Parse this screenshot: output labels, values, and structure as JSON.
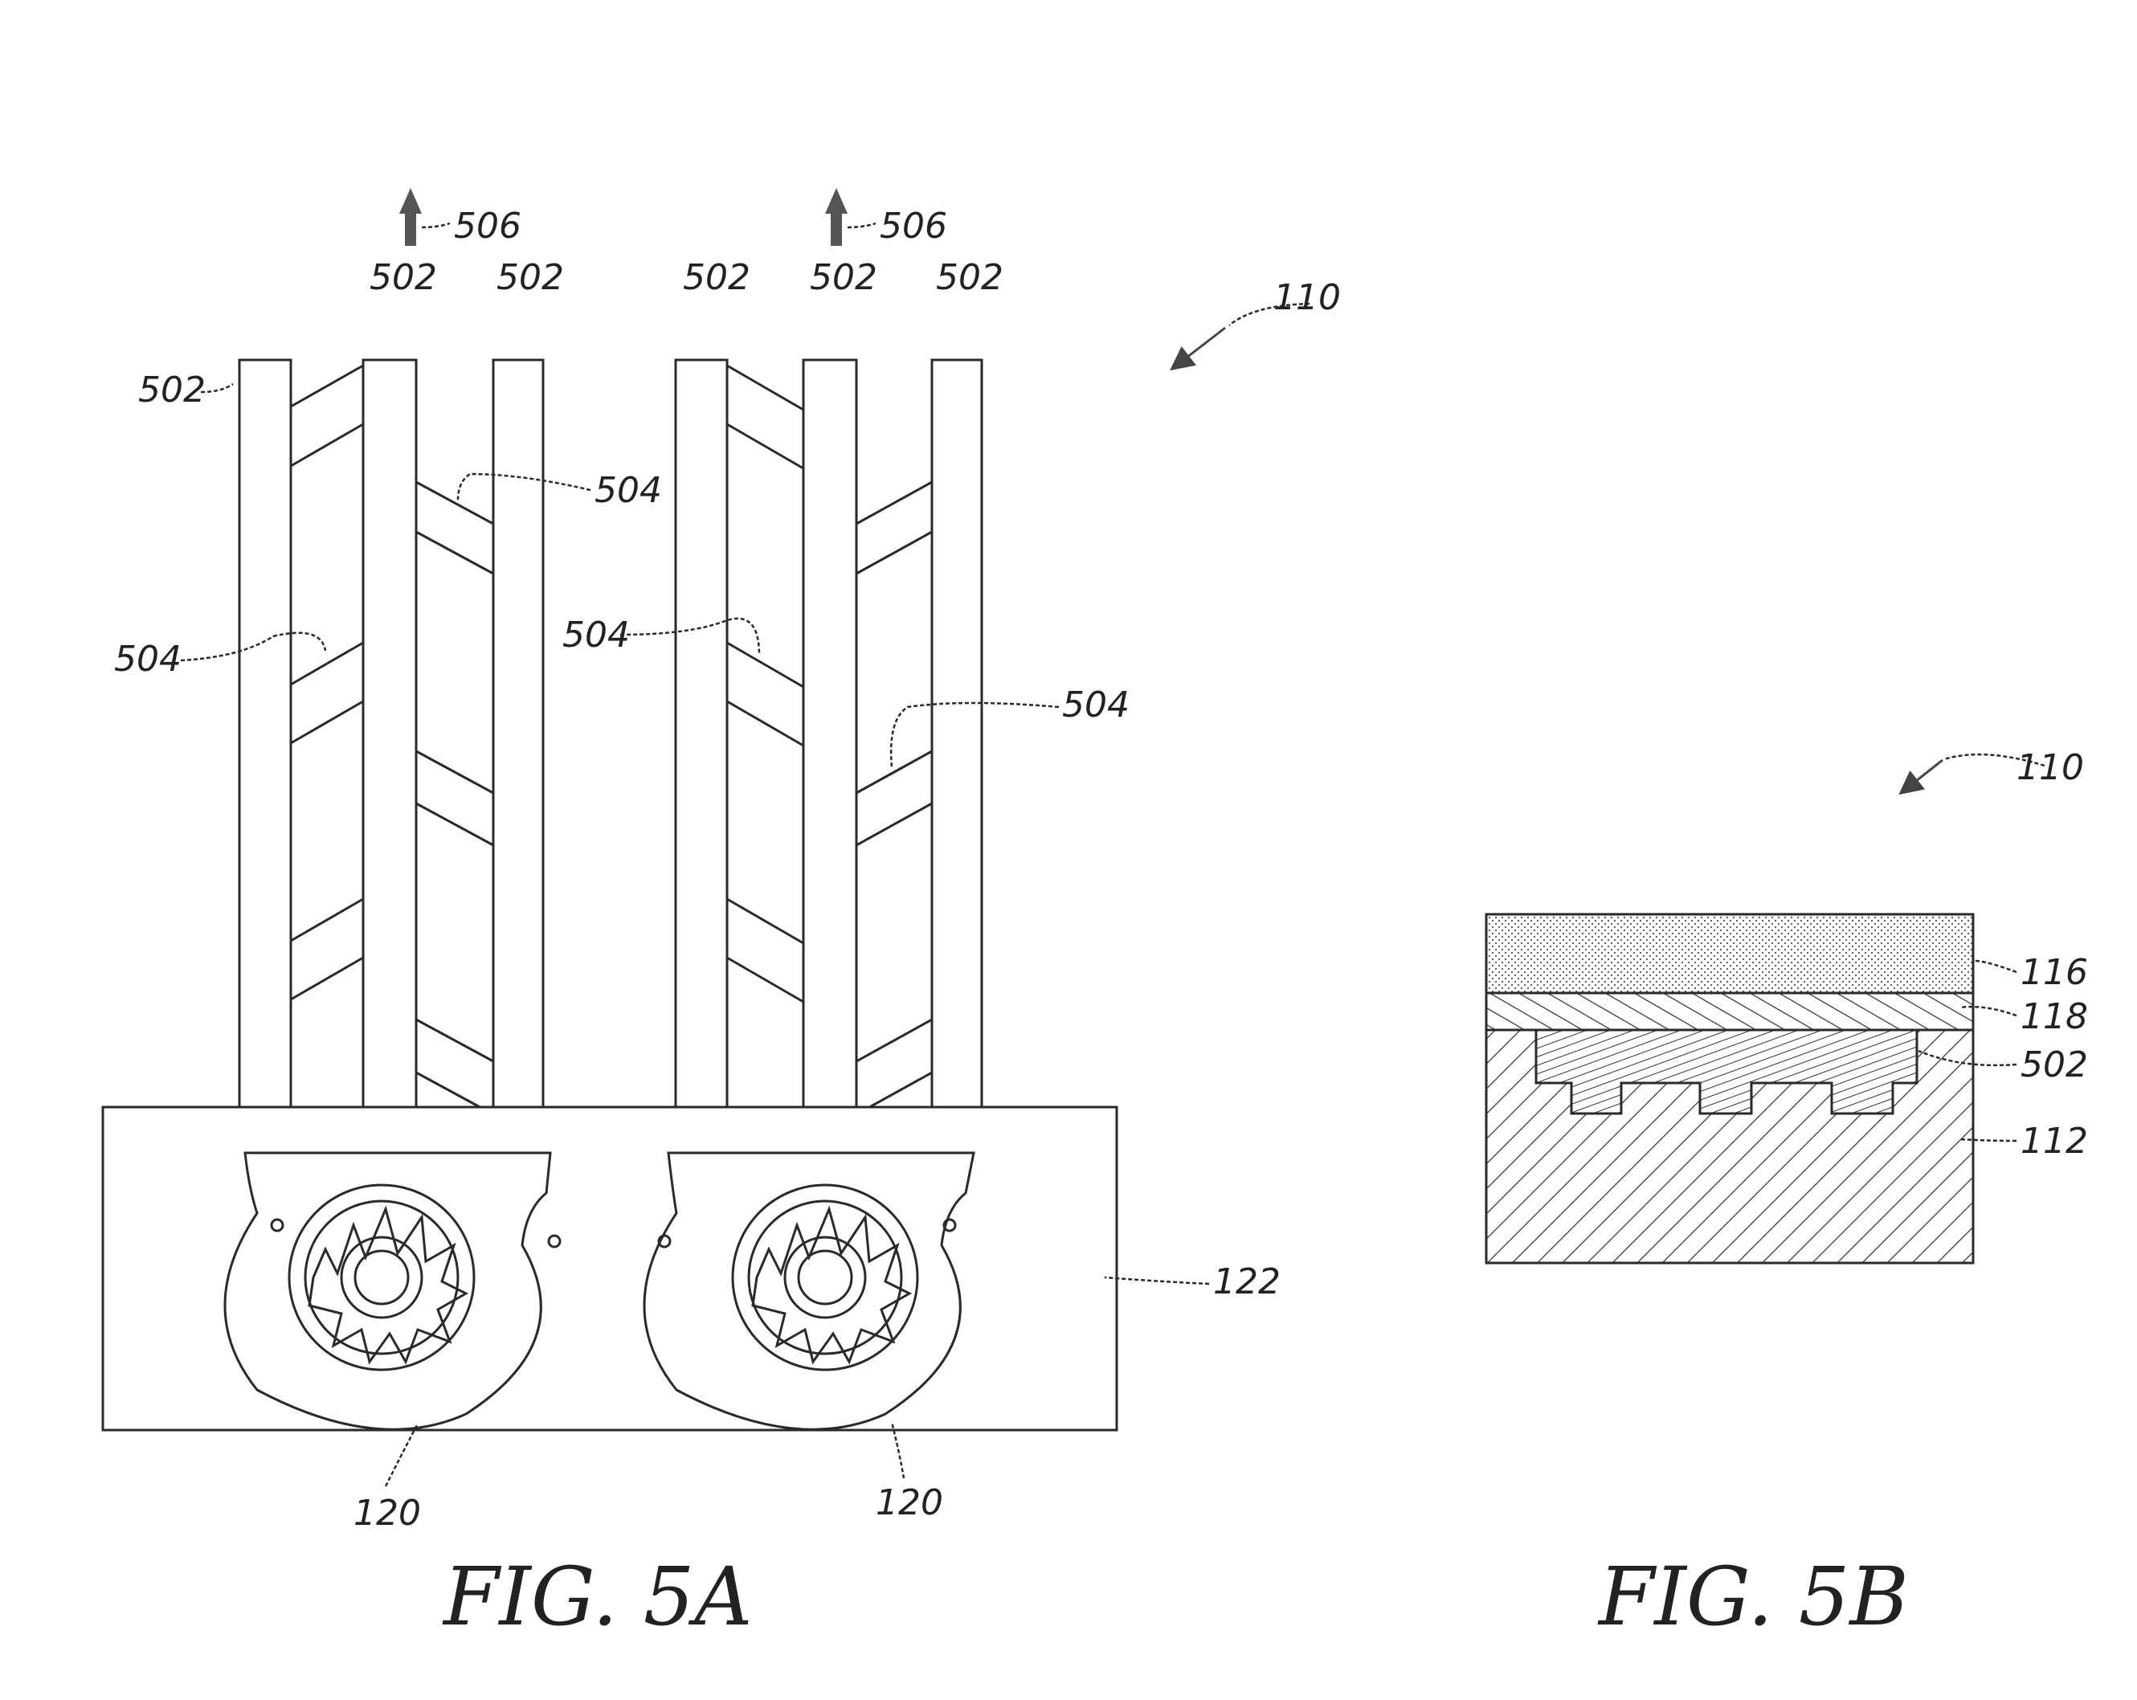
{
  "fig5a": {
    "caption": "FIG. 5A",
    "assembly_ref": "110",
    "heat_pipe_refs": [
      "502",
      "502",
      "502",
      "502",
      "502",
      "502"
    ],
    "fin_refs": [
      "504",
      "504",
      "504",
      "504"
    ],
    "airflow_refs": [
      "506",
      "506"
    ],
    "manifold_ref": "122",
    "blower_refs": [
      "120",
      "120"
    ]
  },
  "fig5b": {
    "caption": "FIG. 5B",
    "assembly_ref": "110",
    "layer_refs": [
      "116",
      "118",
      "502",
      "112"
    ]
  },
  "icons": [
    "up-arrow-icon",
    "blower-fan-icon",
    "reference-arrow-icon"
  ]
}
